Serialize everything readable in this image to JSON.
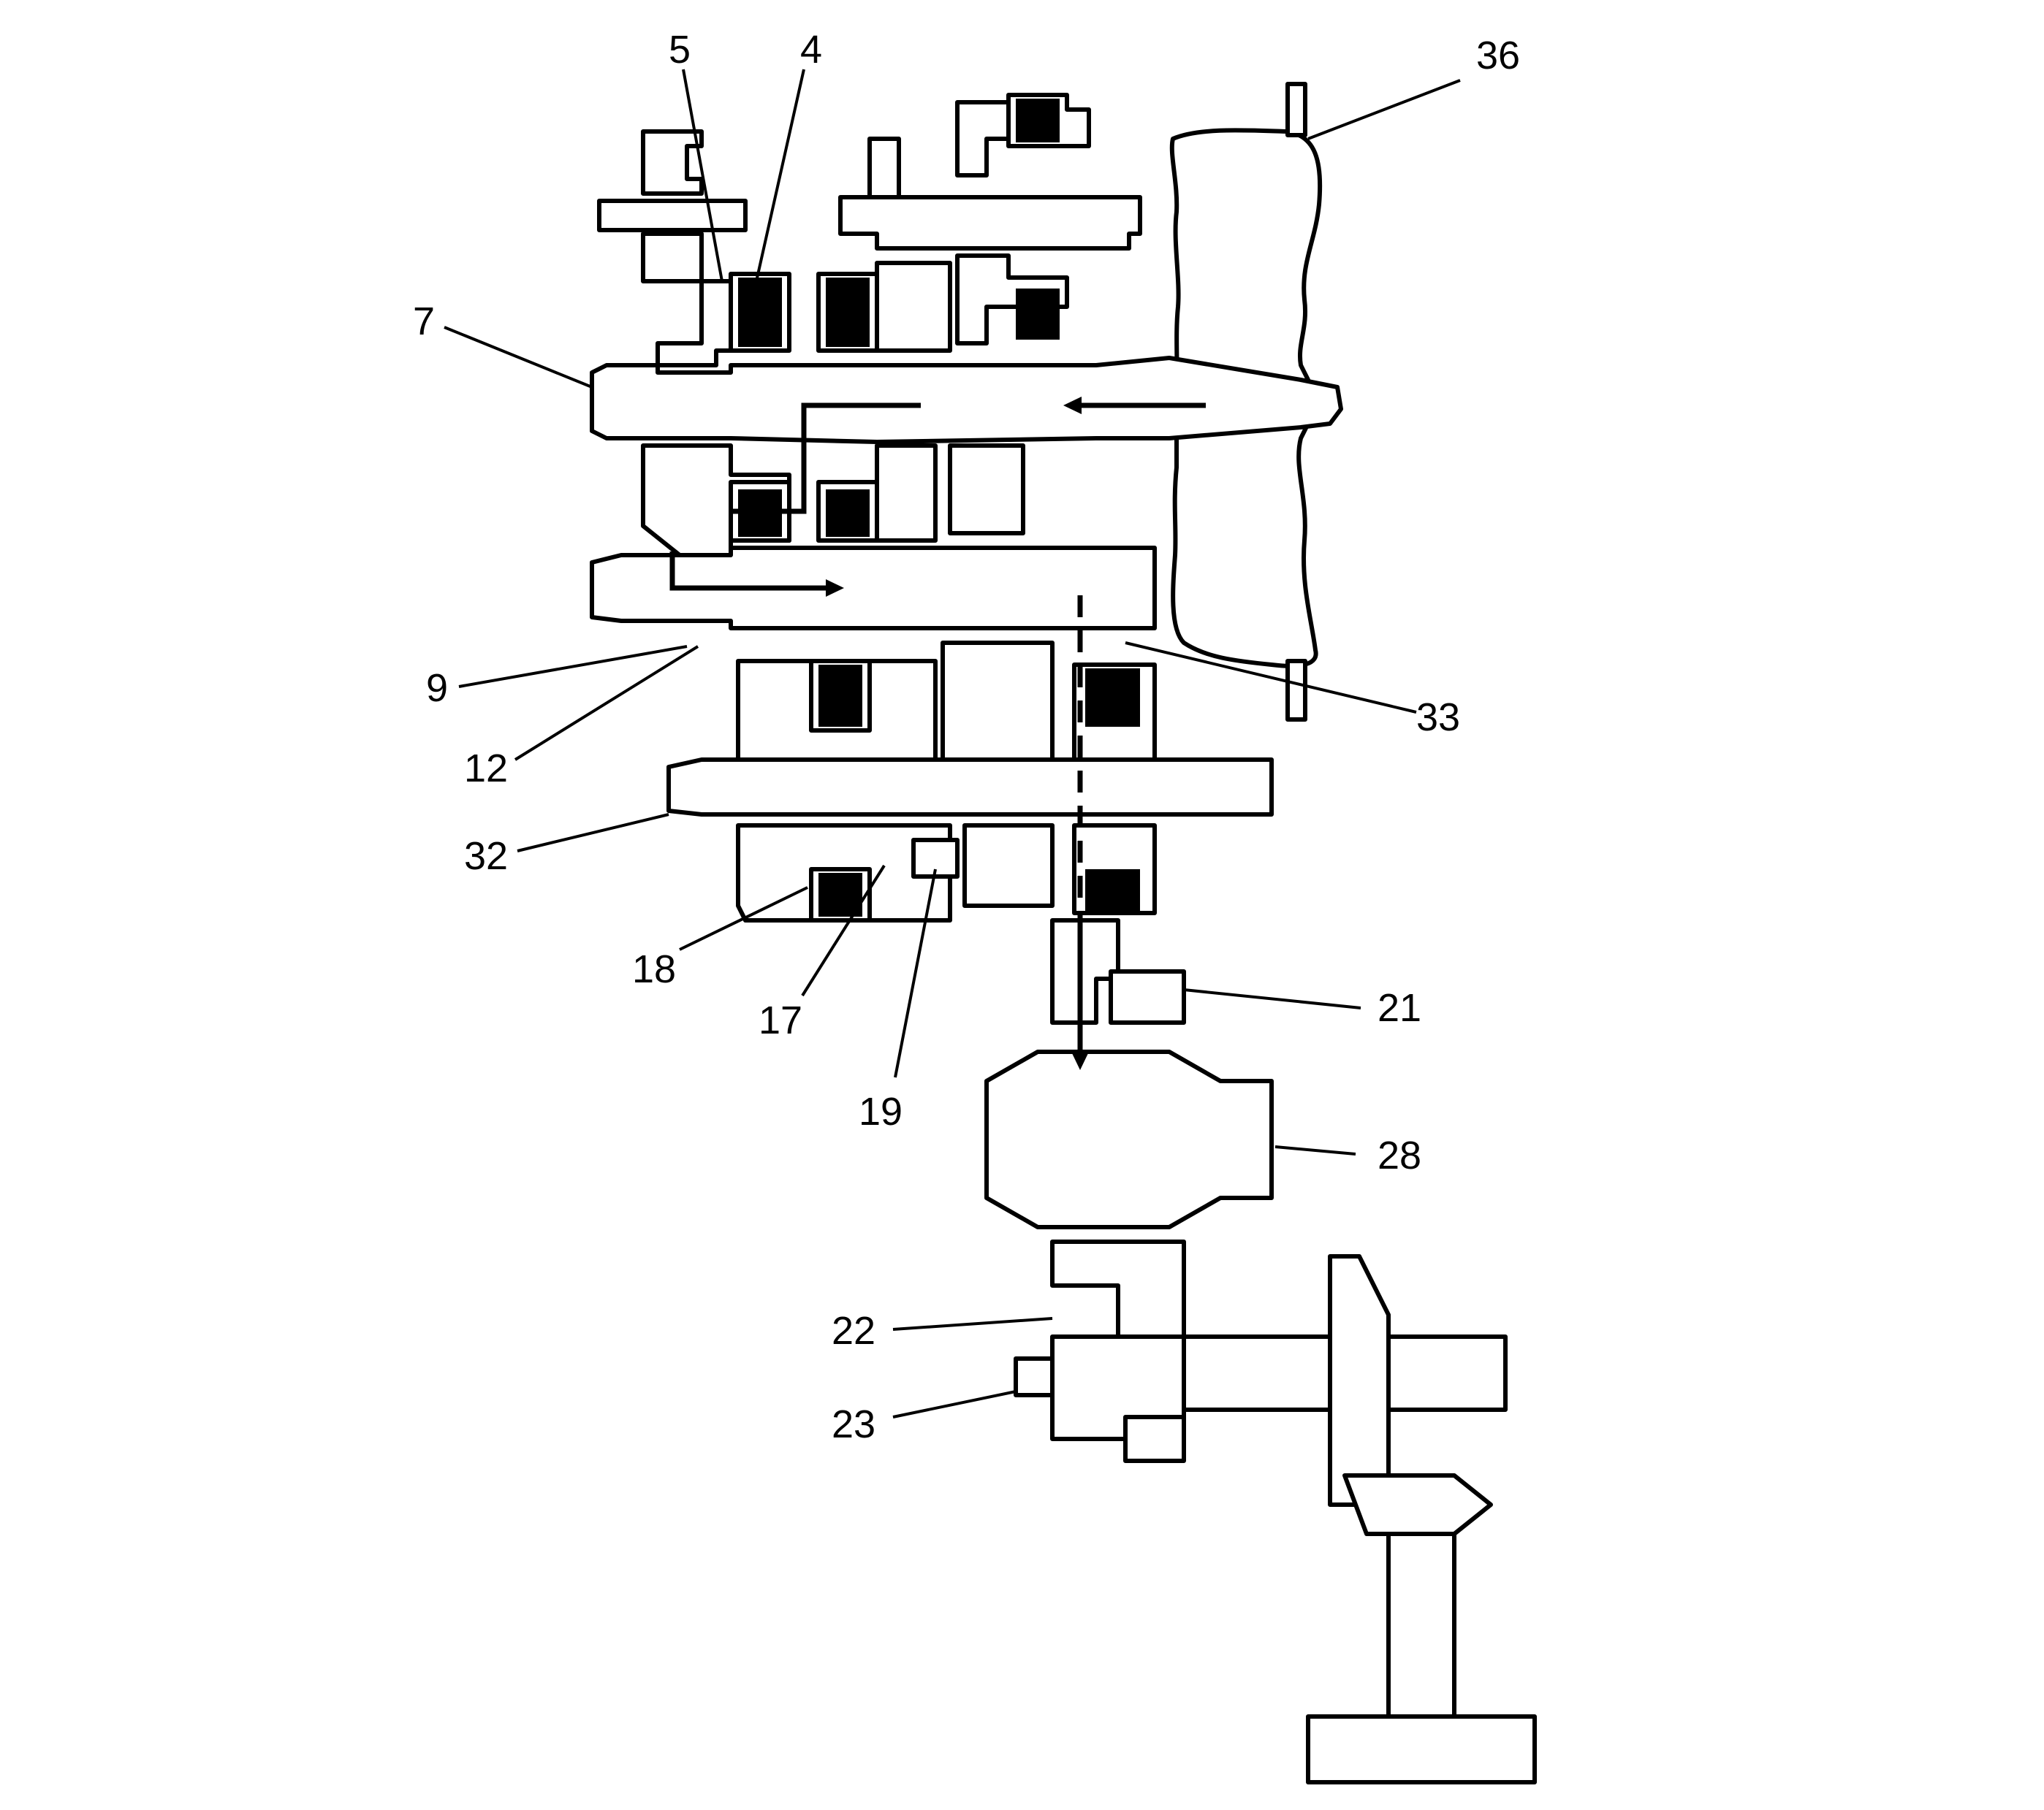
{
  "callouts": [
    {
      "id": "c4",
      "label": "4"
    },
    {
      "id": "c5",
      "label": "5"
    },
    {
      "id": "c7",
      "label": "7"
    },
    {
      "id": "c9",
      "label": "9"
    },
    {
      "id": "c12",
      "label": "12"
    },
    {
      "id": "c17",
      "label": "17"
    },
    {
      "id": "c18",
      "label": "18"
    },
    {
      "id": "c19",
      "label": "19"
    },
    {
      "id": "c21",
      "label": "21"
    },
    {
      "id": "c22",
      "label": "22"
    },
    {
      "id": "c23",
      "label": "23"
    },
    {
      "id": "c28",
      "label": "28"
    },
    {
      "id": "c32",
      "label": "32"
    },
    {
      "id": "c33",
      "label": "33"
    },
    {
      "id": "c36",
      "label": "36"
    }
  ],
  "colors": {
    "line": "#000000",
    "background": "#ffffff"
  }
}
